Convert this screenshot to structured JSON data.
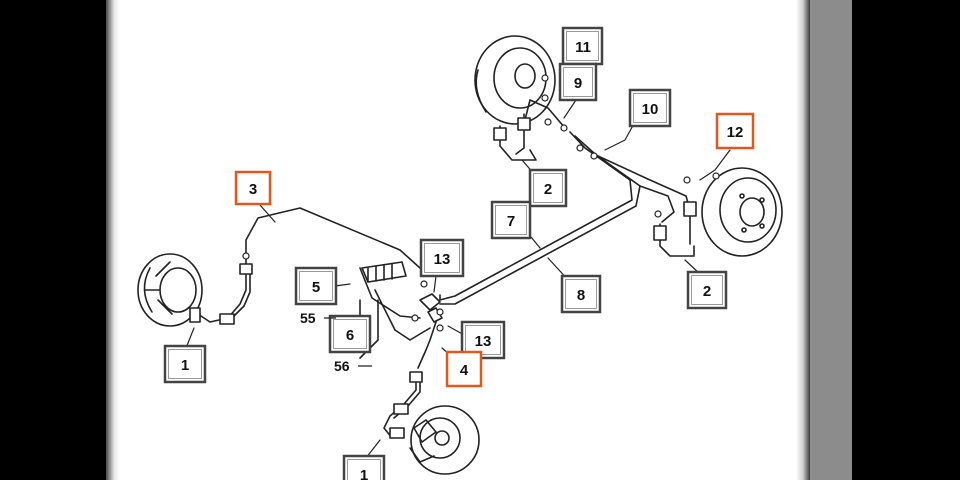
{
  "diagram": {
    "callouts": [
      {
        "id": "c11",
        "label": "11",
        "highlight": false
      },
      {
        "id": "c9",
        "label": "9",
        "highlight": false
      },
      {
        "id": "c10",
        "label": "10",
        "highlight": false
      },
      {
        "id": "c12",
        "label": "12",
        "highlight": true
      },
      {
        "id": "c3",
        "label": "3",
        "highlight": true
      },
      {
        "id": "c2a",
        "label": "2",
        "highlight": false
      },
      {
        "id": "c7",
        "label": "7",
        "highlight": false
      },
      {
        "id": "c2b",
        "label": "2",
        "highlight": false
      },
      {
        "id": "c13a",
        "label": "13",
        "highlight": false
      },
      {
        "id": "c8",
        "label": "8",
        "highlight": false
      },
      {
        "id": "c5",
        "label": "5",
        "highlight": false
      },
      {
        "id": "c6",
        "label": "6",
        "highlight": false
      },
      {
        "id": "c13b",
        "label": "13",
        "highlight": false
      },
      {
        "id": "c1a",
        "label": "1",
        "highlight": false
      },
      {
        "id": "c4",
        "label": "4",
        "highlight": true
      },
      {
        "id": "c1b",
        "label": "1",
        "highlight": false
      }
    ],
    "free_labels": [
      {
        "id": "l55",
        "label": "55"
      },
      {
        "id": "l56",
        "label": "56"
      }
    ],
    "colors": {
      "highlight_border": "#e2571c",
      "normal_border": "#444444",
      "line": "#222222",
      "page": "#ffffff",
      "background": "#000000"
    }
  }
}
